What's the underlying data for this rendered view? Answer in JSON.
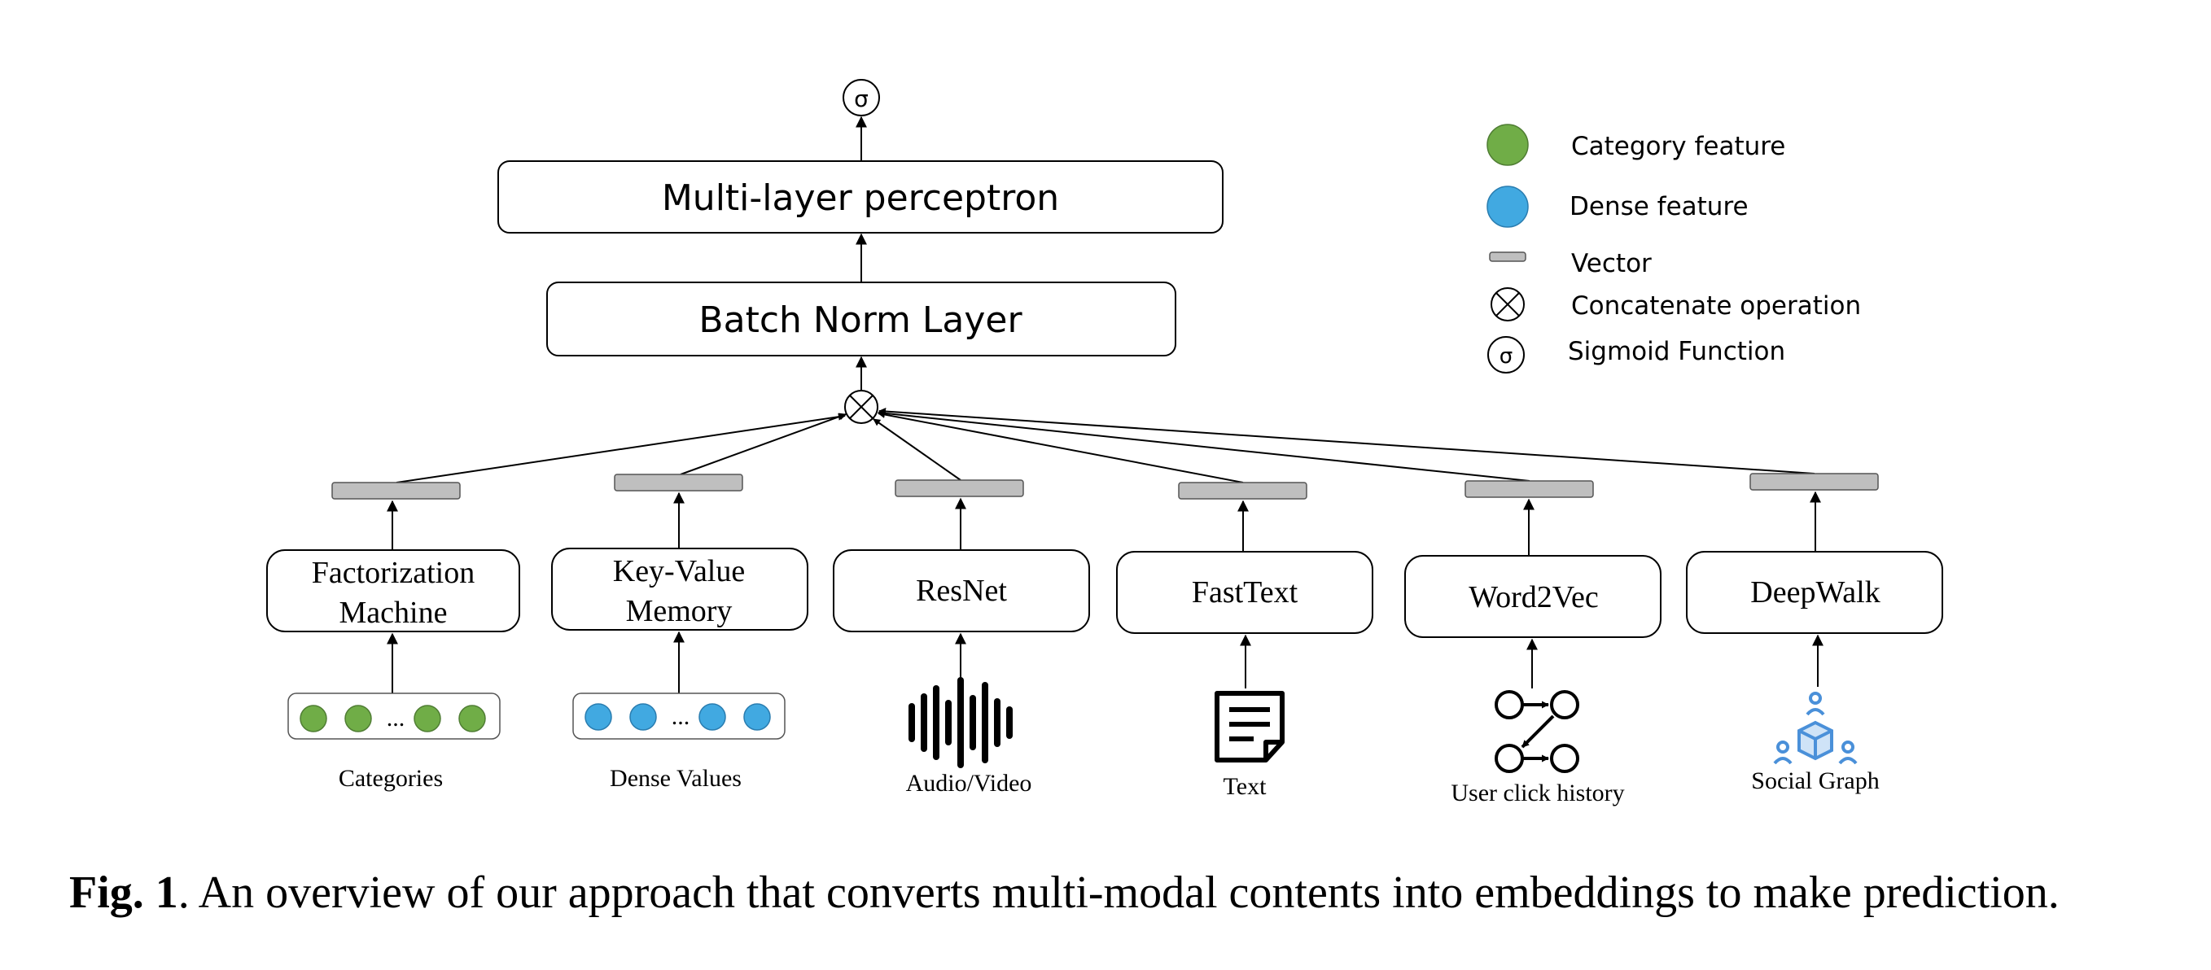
{
  "diagram": {
    "sigmoid_symbol": "σ",
    "mlp_label": "Multi-layer perceptron",
    "batch_norm_label": "Batch Norm Layer",
    "encoders": [
      {
        "label_lines": [
          "Factorization",
          "Machine"
        ],
        "input_label": "Categories",
        "input_icon": "category-dots-icon"
      },
      {
        "label_lines": [
          "Key-Value",
          "Memory"
        ],
        "input_label": "Dense Values",
        "input_icon": "dense-dots-icon"
      },
      {
        "label_lines": [
          "ResNet"
        ],
        "input_label": "Audio/Video",
        "input_icon": "audio-waveform-icon"
      },
      {
        "label_lines": [
          "FastText"
        ],
        "input_label": "Text",
        "input_icon": "text-document-icon"
      },
      {
        "label_lines": [
          "Word2Vec"
        ],
        "input_label": "User click history",
        "input_icon": "click-history-graph-icon"
      },
      {
        "label_lines": [
          "DeepWalk"
        ],
        "input_label": "Social Graph",
        "input_icon": "social-graph-icon"
      }
    ],
    "ellipsis": "...",
    "colors": {
      "category": "#70ad47",
      "dense": "#41a9e1",
      "vector": "#bfbfbf",
      "social": "#4a90d9"
    }
  },
  "legend": {
    "items": [
      {
        "label": "Category feature"
      },
      {
        "label": "Dense feature"
      },
      {
        "label": "Vector"
      },
      {
        "label": "Concatenate operation"
      },
      {
        "label": "Sigmoid Function"
      }
    ],
    "sigma": "σ"
  },
  "caption": {
    "prefix": "Fig. 1",
    "text": ". An overview of our approach that converts multi-modal contents into embeddings to make prediction."
  }
}
